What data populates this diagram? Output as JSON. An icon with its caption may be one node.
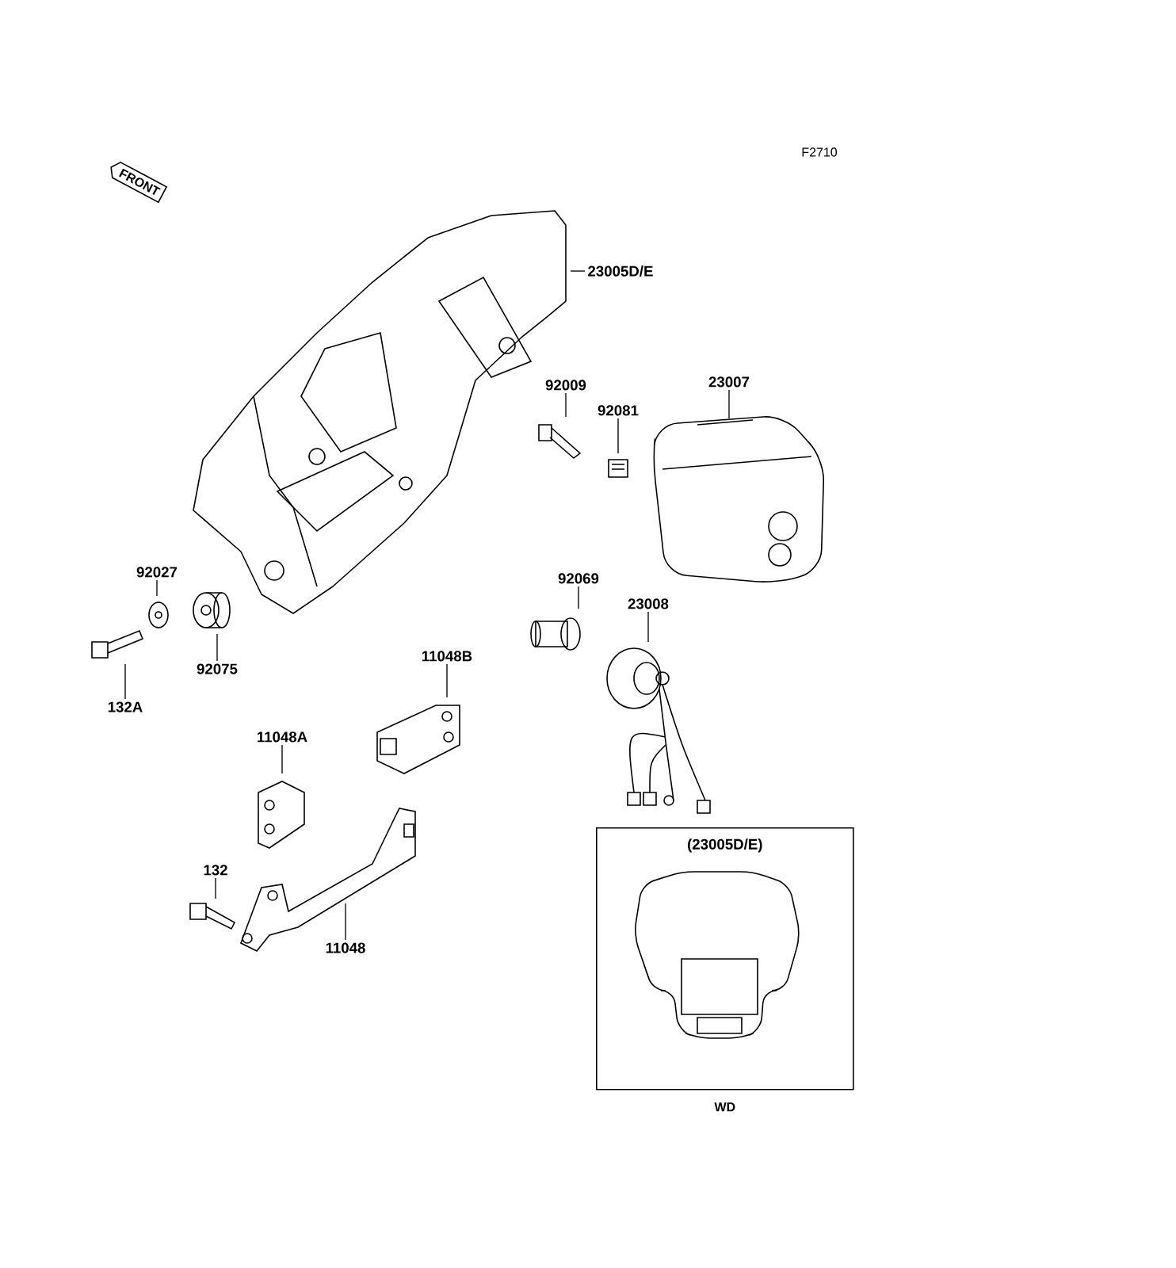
{
  "diagram": {
    "nodes": [
      {
        "text": [
          "23005D/E"
        ]
      },
      {
        "text": [
          "92009"
        ]
      },
      {
        "text": [
          "23007"
        ]
      },
      {
        "text": [
          "92081"
        ]
      },
      {
        "text": [
          "92027"
        ]
      },
      {
        "text": [
          "92069"
        ]
      },
      {
        "text": [
          "23008"
        ]
      },
      {
        "text": [
          "92075"
        ]
      },
      {
        "text": [
          "11048B"
        ]
      },
      {
        "text": [
          "132A"
        ]
      },
      {
        "text": [
          "11048A"
        ]
      },
      {
        "text": [
          "132"
        ]
      },
      {
        "text": [
          "11048"
        ]
      },
      {
        "text": [
          "(23005D/E)"
        ],
        "beside": [
          "WD"
        ]
      }
    ],
    "edges": [
      {
        "from": 0,
        "to": null,
        "arrow": "none"
      },
      {
        "from": 1,
        "to": null,
        "arrow": "none"
      },
      {
        "from": 2,
        "to": null,
        "arrow": "none"
      },
      {
        "from": 3,
        "to": null,
        "arrow": "none"
      },
      {
        "from": 4,
        "to": null,
        "arrow": "none"
      },
      {
        "from": 5,
        "to": null,
        "arrow": "none"
      },
      {
        "from": 6,
        "to": null,
        "arrow": "none"
      },
      {
        "from": 7,
        "to": null,
        "arrow": "none"
      },
      {
        "from": 8,
        "to": null,
        "arrow": "none"
      },
      {
        "from": 9,
        "to": null,
        "arrow": "none"
      },
      {
        "from": 10,
        "to": null,
        "arrow": "none"
      },
      {
        "from": 11,
        "to": null,
        "arrow": "none"
      },
      {
        "from": 12,
        "to": null,
        "arrow": "none"
      }
    ],
    "labels": [
      "F2710",
      "FRONT"
    ]
  }
}
